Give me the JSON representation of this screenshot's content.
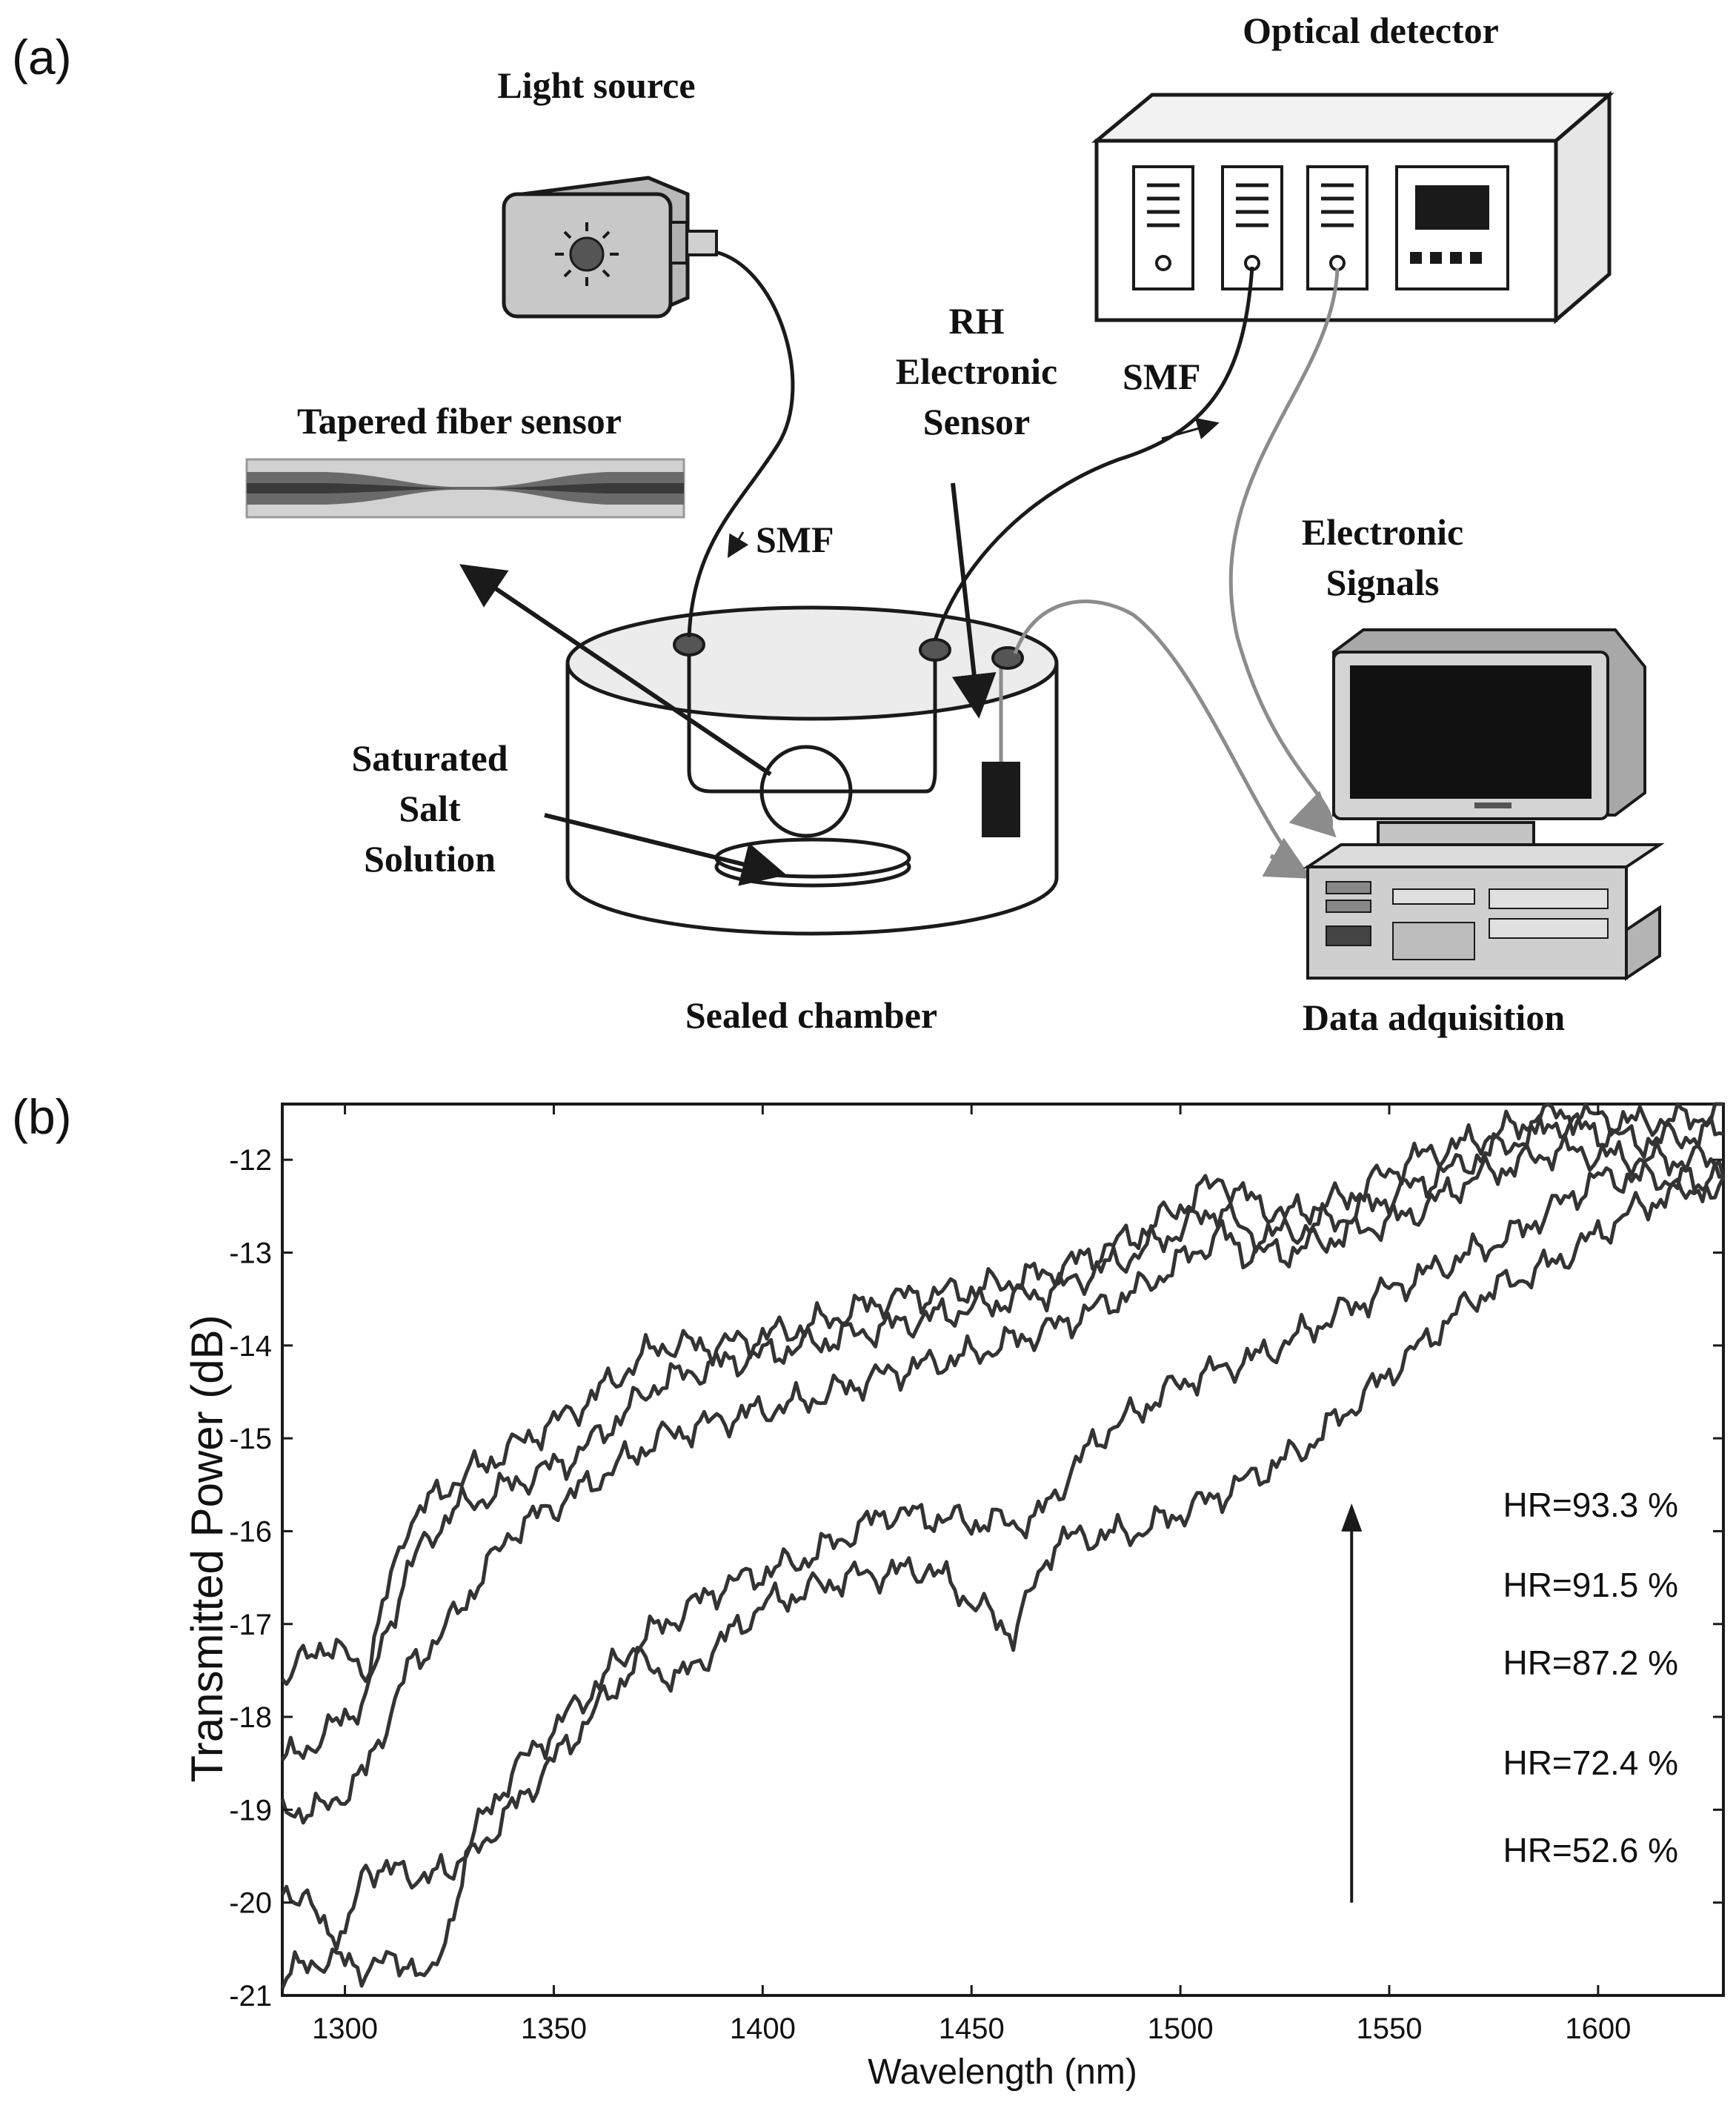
{
  "panel_a": {
    "letter": "(a)",
    "labels": {
      "light_source": "Light source",
      "optical_detector": "Optical detector",
      "tapered_fiber_sensor": "Tapered fiber sensor",
      "smf_left": "SMF",
      "smf_right": "SMF",
      "rh_line1": "RH",
      "rh_line2": "Electronic",
      "rh_line3": "Sensor",
      "electronic_signals_line1": "Electronic",
      "electronic_signals_line2": "Signals",
      "salt_line1": "Saturated",
      "salt_line2": "Salt",
      "salt_line3": "Solution",
      "sealed_chamber": "Sealed chamber",
      "data_acquisition": "Data adquisition"
    },
    "icons": [
      "light-source-icon",
      "optical-detector-icon",
      "chamber-icon",
      "computer-icon"
    ],
    "colors": {
      "ink": "#1a1a1a",
      "gray_wire": "#8c8c8c",
      "device_fill": "#c8c8c8"
    }
  },
  "panel_b": {
    "letter": "(b)",
    "annotations": [
      "HR=93.3 %",
      "HR=91.5 %",
      "HR=87.2 %",
      "HR=72.4 %",
      "HR=52.6 %"
    ]
  },
  "chart_data": {
    "type": "line",
    "title": "",
    "xlabel": "Wavelength (nm)",
    "ylabel": "Transmitted Power (dB)",
    "xlim": [
      1285,
      1630
    ],
    "ylim": [
      -21,
      -11.4
    ],
    "xticks": [
      1300,
      1350,
      1400,
      1450,
      1500,
      1550,
      1600
    ],
    "yticks": [
      -21,
      -20,
      -19,
      -18,
      -17,
      -16,
      -15,
      -14,
      -13,
      -12
    ],
    "grid": false,
    "line_color": "#333333",
    "series": [
      {
        "name": "HR=93.3 %",
        "x": [
          1285,
          1295,
          1305,
          1315,
          1325,
          1340,
          1355,
          1375,
          1390,
          1410,
          1430,
          1450,
          1470,
          1490,
          1510,
          1515,
          1525,
          1540,
          1555,
          1570,
          1590,
          1610,
          1630
        ],
        "y": [
          -17.6,
          -17.2,
          -17.5,
          -15.9,
          -15.5,
          -15.1,
          -14.7,
          -14.0,
          -14.0,
          -13.8,
          -13.5,
          -13.4,
          -13.2,
          -12.8,
          -12.2,
          -12.4,
          -12.6,
          -12.4,
          -12.0,
          -11.8,
          -11.5,
          -11.6,
          -11.5
        ]
      },
      {
        "name": "HR=91.5 %",
        "x": [
          1285,
          1295,
          1305,
          1315,
          1325,
          1340,
          1355,
          1375,
          1390,
          1410,
          1430,
          1450,
          1470,
          1490,
          1510,
          1515,
          1525,
          1540,
          1555,
          1570,
          1590,
          1610,
          1630
        ],
        "y": [
          -18.5,
          -18.2,
          -17.8,
          -16.4,
          -15.8,
          -15.5,
          -15.2,
          -14.4,
          -14.2,
          -14.0,
          -13.8,
          -13.6,
          -13.4,
          -13.0,
          -12.5,
          -12.8,
          -12.8,
          -12.6,
          -12.3,
          -12.0,
          -11.6,
          -11.8,
          -11.7
        ]
      },
      {
        "name": "HR=87.2 %",
        "x": [
          1285,
          1295,
          1305,
          1315,
          1325,
          1340,
          1355,
          1375,
          1390,
          1410,
          1430,
          1450,
          1470,
          1490,
          1510,
          1515,
          1525,
          1540,
          1555,
          1570,
          1590,
          1610,
          1630
        ],
        "y": [
          -19.0,
          -19.0,
          -18.6,
          -17.5,
          -17.0,
          -16.0,
          -15.6,
          -15.0,
          -14.8,
          -14.6,
          -14.3,
          -14.1,
          -13.8,
          -13.4,
          -12.8,
          -13.0,
          -13.0,
          -12.8,
          -12.6,
          -12.2,
          -11.9,
          -12.0,
          -12.0
        ]
      },
      {
        "name": "HR=72.4 %",
        "x": [
          1285,
          1295,
          1300,
          1305,
          1315,
          1325,
          1340,
          1355,
          1370,
          1390,
          1410,
          1430,
          1450,
          1465,
          1480,
          1500,
          1520,
          1540,
          1560,
          1580,
          1600,
          1615,
          1630
        ],
        "y": [
          -19.8,
          -20.2,
          -20.4,
          -19.6,
          -19.7,
          -19.7,
          -18.6,
          -17.9,
          -17.2,
          -16.6,
          -16.3,
          -15.8,
          -15.9,
          -15.9,
          -15.0,
          -14.4,
          -14.1,
          -13.6,
          -13.2,
          -12.8,
          -12.2,
          -12.2,
          -12.3
        ]
      },
      {
        "name": "HR=52.6 %",
        "x": [
          1285,
          1295,
          1305,
          1315,
          1320,
          1330,
          1340,
          1355,
          1370,
          1380,
          1400,
          1420,
          1440,
          1460,
          1470,
          1490,
          1510,
          1530,
          1550,
          1570,
          1590,
          1610,
          1630
        ],
        "y": [
          -20.8,
          -20.6,
          -20.7,
          -20.6,
          -20.9,
          -19.5,
          -19.0,
          -18.2,
          -17.4,
          -17.6,
          -16.8,
          -16.5,
          -16.4,
          -17.1,
          -16.1,
          -16.0,
          -15.6,
          -15.1,
          -14.3,
          -13.5,
          -13.1,
          -12.5,
          -12.2
        ]
      }
    ],
    "annotation_arrow": {
      "x": 1541,
      "from_y": -20.0,
      "to_y": -15.7
    }
  }
}
